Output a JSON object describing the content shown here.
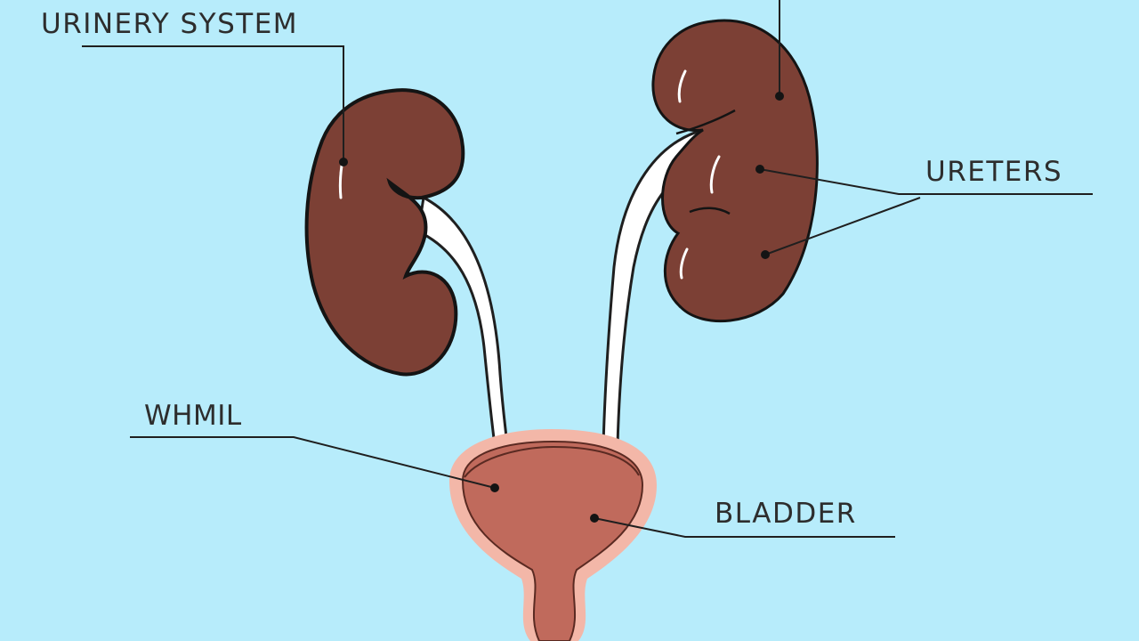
{
  "colors": {
    "background": "#b7ecfb",
    "kidney": "#7c4035",
    "ureter": "#ffffff",
    "bladder": "#c06a5c",
    "bladder_halo": "#f3b7a8",
    "leader_line": "#1f1f1f"
  },
  "labels": {
    "title": "URINERY SYSTEM",
    "ureters": "URETERS",
    "left_label": "WHMIL",
    "bladder": "BLADDER"
  }
}
